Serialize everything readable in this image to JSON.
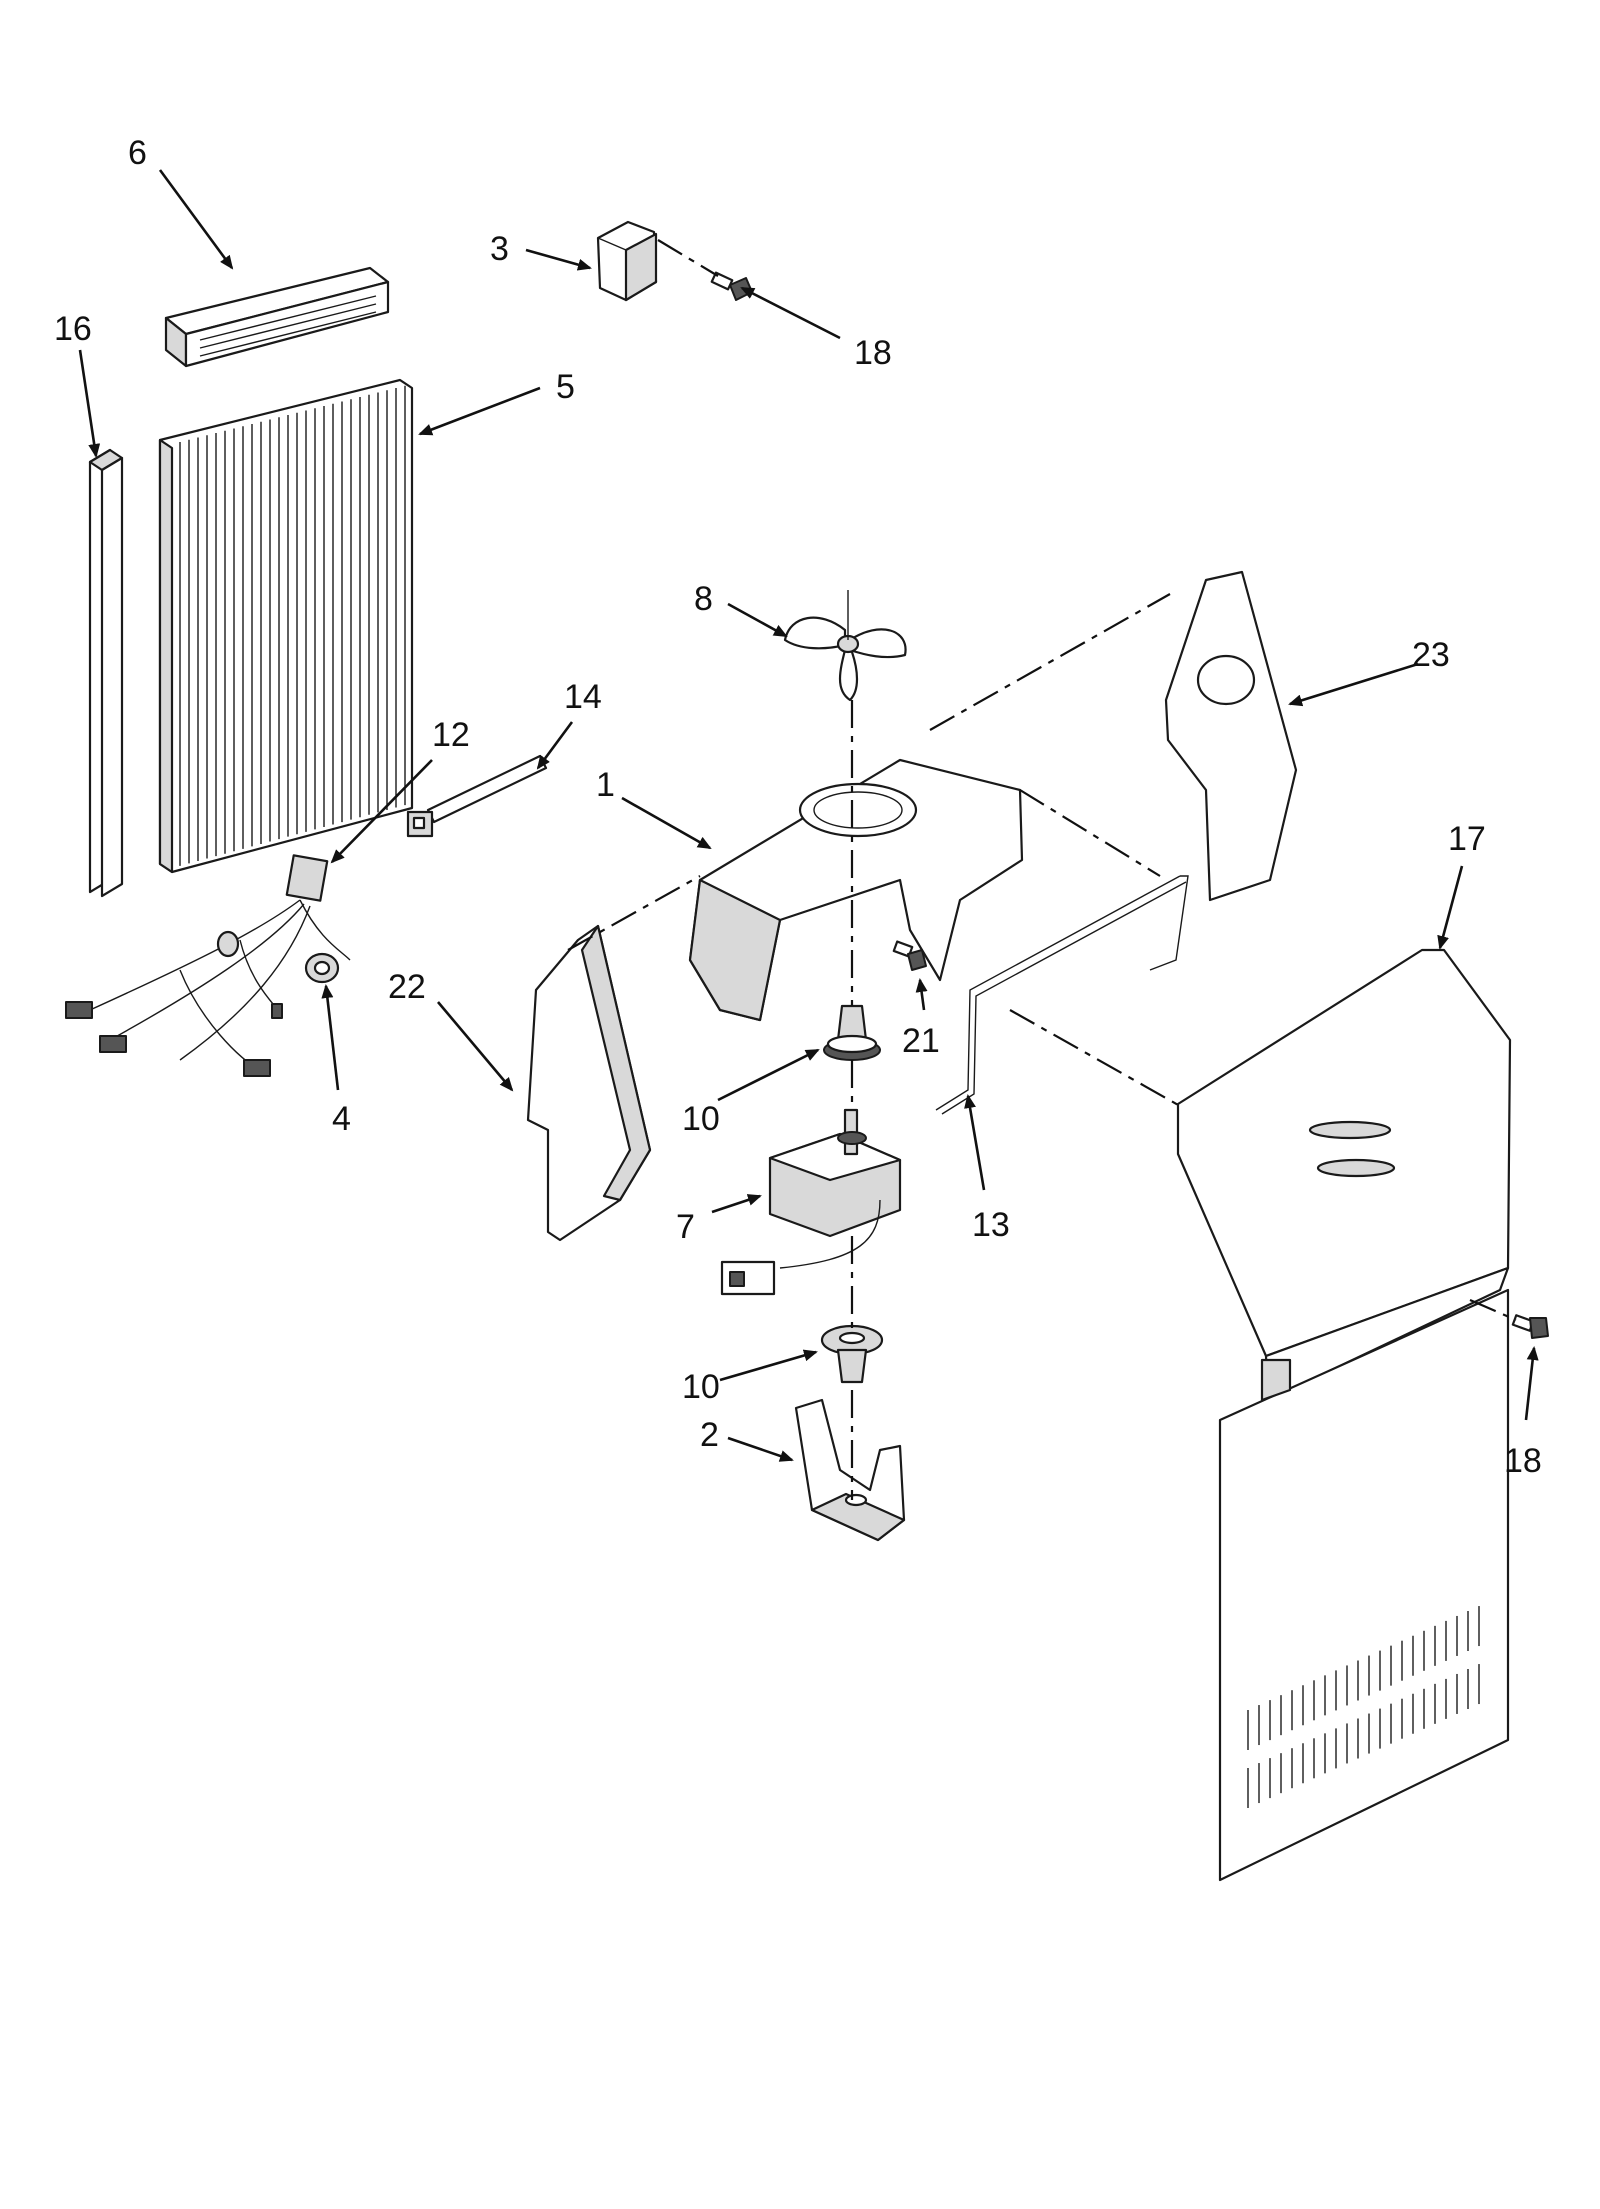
{
  "diagram": {
    "callouts": [
      {
        "part": "1",
        "label": "1"
      },
      {
        "part": "2",
        "label": "2"
      },
      {
        "part": "3",
        "label": "3"
      },
      {
        "part": "4",
        "label": "4"
      },
      {
        "part": "5",
        "label": "5"
      },
      {
        "part": "6",
        "label": "6"
      },
      {
        "part": "7",
        "label": "7"
      },
      {
        "part": "8",
        "label": "8"
      },
      {
        "part": "10a",
        "label": "10"
      },
      {
        "part": "10b",
        "label": "10"
      },
      {
        "part": "12",
        "label": "12"
      },
      {
        "part": "13",
        "label": "13"
      },
      {
        "part": "14",
        "label": "14"
      },
      {
        "part": "16",
        "label": "16"
      },
      {
        "part": "17",
        "label": "17"
      },
      {
        "part": "18a",
        "label": "18"
      },
      {
        "part": "18b",
        "label": "18"
      },
      {
        "part": "21",
        "label": "21"
      },
      {
        "part": "22",
        "label": "22"
      },
      {
        "part": "23",
        "label": "23"
      }
    ]
  }
}
